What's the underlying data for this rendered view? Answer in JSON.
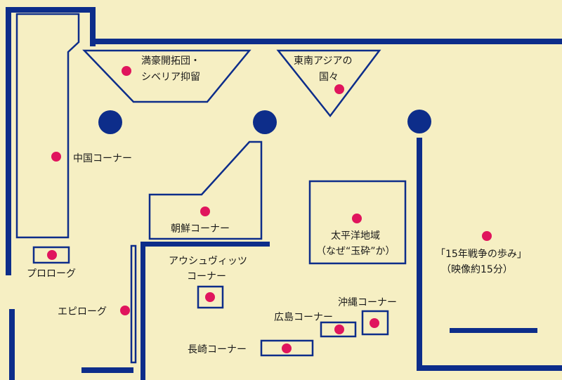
{
  "labels": {
    "manchuria": [
      "満豪開拓団・",
      "シベリア抑留"
    ],
    "southeast_asia": [
      "東南アジアの",
      "国々"
    ],
    "china": "中国コーナー",
    "korea": "朝鮮コーナー",
    "pacific": [
      "太平洋地域",
      "（なぜ“玉砕”か）"
    ],
    "film": [
      "「15年戦争の歩み」",
      "（映像約15分）"
    ],
    "prologue": "プロローグ",
    "auschwitz": [
      "アウシュヴィッツ",
      "コーナー"
    ],
    "epilogue": "エピローグ",
    "okinawa": "沖縄コーナー",
    "hiroshima": "広島コーナー",
    "nagasaki": "長崎コーナー"
  },
  "colors": {
    "background": "#f6efc3",
    "wall": "#0d2d8a",
    "pillar": "#0d2d8a",
    "marker": "#e0155d"
  }
}
